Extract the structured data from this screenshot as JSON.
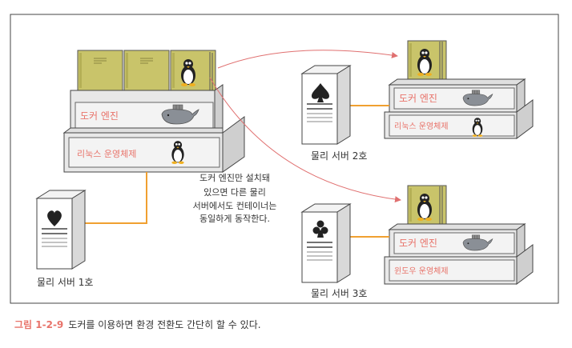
{
  "engine_label": "도커 엔진",
  "host_a": {
    "os_label": "리눅스 운영체제",
    "server_label": "물리 서버 1호",
    "suit": "heart-icon"
  },
  "host_b": {
    "os_label": "리눅스 운영체제",
    "server_label": "물리 서버 2호",
    "suit": "spade-icon"
  },
  "host_c": {
    "os_label": "윈도우 운영체제",
    "server_label": "물리 서버 3호",
    "suit": "club-icon"
  },
  "note_lines": [
    "도커 엔진만 설치돼",
    "있으면 다른 물리",
    "서버에서도 컨테이너는",
    "동일하게 동작한다."
  ],
  "caption": {
    "label": "그림 1-2-9",
    "text": "도커를 이용하면 환경 전환도 간단히 할 수 있다."
  },
  "colors": {
    "accent": "#e8736a",
    "connector": "#f0a030",
    "container": "#c9c46a",
    "frame": "#444444"
  }
}
